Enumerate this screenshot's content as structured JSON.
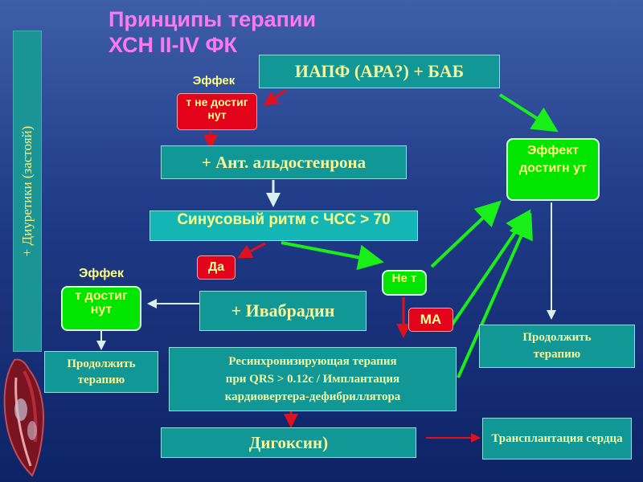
{
  "title": {
    "line1": "Принципы терапии",
    "line2": "ХСН II-IV ФК"
  },
  "side_bar": {
    "label": "+ Диуретики (застояй)"
  },
  "nodes": {
    "top": "ИАПФ (АРА?) + БАБ",
    "effect_not_achieved": {
      "label_top": "Эффек",
      "box_text": "т не достиг нут"
    },
    "aldosterone": "+ Ант. альдостенрона",
    "sinus": "Синусовый ритм с ЧСС > 70",
    "yes": "Да",
    "no": "Не т",
    "ma": "МА",
    "ivabradine": "+ Ивабрадин",
    "effect_achieved_right": "Эффект достигн ут",
    "effect_achieved_left": {
      "label_top": "Эффек",
      "box_text": "т достиг нут"
    },
    "continue_left": "Продолжить терапию",
    "continue_right": "Продолжить терапию",
    "crt": {
      "line1": "Ресинхронизирующая терапия",
      "line2": "при QRS > 0.12с / Имплантация",
      "line3": "кардиовертера-дефибриллятора"
    },
    "digoxin": "Дигоксин)",
    "transplant": "Трансплантация сердца"
  },
  "colors": {
    "background": "#1f3a86",
    "title": "#fb79f0",
    "box_teal": "#129797",
    "box_green": "#00e600",
    "box_red": "#e3041c",
    "text_yellow": "#ffff82",
    "arrow_green": "#1aef1a",
    "arrow_red": "#e0101c",
    "arrow_white": "#d8f0f0"
  }
}
